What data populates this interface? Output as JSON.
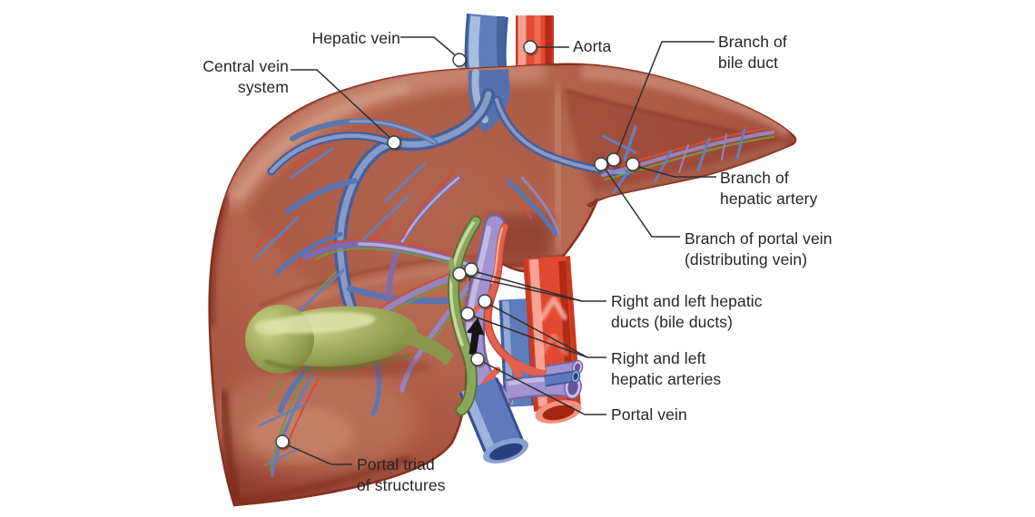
{
  "diagram": {
    "subject": "Cutaway illustration of the liver showing hepatic blood vessels, bile ducts and the gallbladder",
    "type": "anatomical-illustration",
    "colors": {
      "background": "#ffffff",
      "liver_base": "#b85f4a",
      "liver_dark_rim": "#7e2b1c",
      "hepatic_vein_blue": "#5f7cba",
      "aorta_red": "#e04a32",
      "portal_vein_purple": "#9d8cc8",
      "bile_duct_green": "#8aa85c",
      "gallbladder_olive": "#9aa655",
      "label_text": "#262626",
      "leader_line": "#2e2e2e",
      "marker_fill": "#ffffff"
    },
    "flow_arrow": {
      "vessel": "portal vein",
      "direction": "up"
    },
    "labels": {
      "hepatic_vein": {
        "lines": [
          "Hepatic vein"
        ]
      },
      "central_vein_system": {
        "lines": [
          "Central vein",
          "system"
        ]
      },
      "aorta": {
        "lines": [
          "Aorta"
        ]
      },
      "branch_bile_duct": {
        "lines": [
          "Branch of",
          "bile duct"
        ]
      },
      "branch_hepatic_artery": {
        "lines": [
          "Branch of",
          "hepatic artery"
        ]
      },
      "branch_portal_vein": {
        "lines": [
          "Branch of portal vein",
          "(distributing vein)"
        ]
      },
      "hepatic_ducts": {
        "lines": [
          "Right and left hepatic",
          "ducts (bile ducts)"
        ]
      },
      "hepatic_arteries": {
        "lines": [
          "Right and left",
          "hepatic arteries"
        ]
      },
      "portal_vein": {
        "lines": [
          "Portal vein"
        ]
      },
      "portal_triad": {
        "lines": [
          "Portal triad",
          "of structures"
        ]
      }
    }
  }
}
